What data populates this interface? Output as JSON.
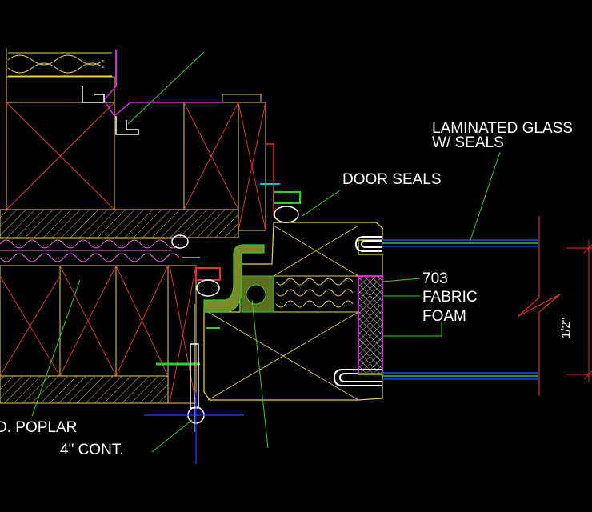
{
  "drawing": {
    "labels": {
      "laminated_glass_line1": "LAMINATED GLASS",
      "laminated_glass_line2": "W/ SEALS",
      "door_seals": "DOOR SEALS",
      "fabric_703": "703",
      "fabric": "FABRIC",
      "foam": "FOAM",
      "poplar": "D. POPLAR",
      "cont": "4\" CONT.",
      "dimension": "1/2\""
    },
    "colors": {
      "background": "#000000",
      "wood": "#e8d44a",
      "cross": "#e03030",
      "leader": "#33cc33",
      "glass": "#2244ff",
      "magenta": "#e020e0",
      "white": "#ffffff",
      "cyan": "#00c0c0",
      "insul": "#ff66ff"
    }
  }
}
